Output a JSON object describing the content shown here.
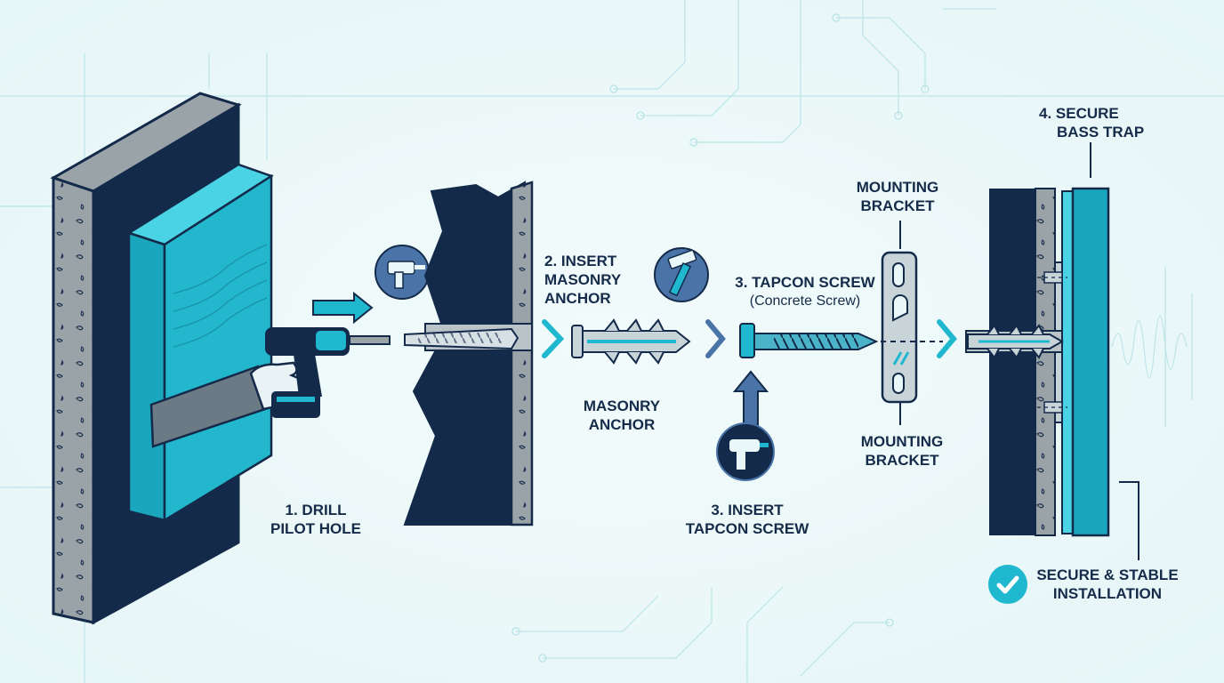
{
  "steps": {
    "step1": {
      "line1": "1. DRILL",
      "line2": "PILOT HOLE"
    },
    "step2": {
      "line1": "2. INSERT",
      "line2": "MASONRY",
      "line3": "ANCHOR"
    },
    "anchor_label": {
      "line1": "MASONRY",
      "line2": "ANCHOR"
    },
    "step3_title": {
      "line1": "3. TAPCON SCREW",
      "line2": "(Concrete Screw)"
    },
    "step3_insert": {
      "line1": "3. INSERT",
      "line2": "TAPCON SCREW"
    },
    "bracket_top": {
      "line1": "MOUNTING",
      "line2": "BRACKET"
    },
    "bracket_bottom": {
      "line1": "MOUNTING",
      "line2": "BRACKET"
    },
    "step4": {
      "line1": "4. SECURE",
      "line2": "BASS TRAP"
    },
    "result": {
      "line1": "SECURE & STABLE",
      "line2": "INSTALLATION"
    }
  },
  "icons": [
    "power-drill-icon",
    "hammer-icon",
    "impact-driver-icon",
    "checkmark-icon"
  ],
  "colors": {
    "navy": "#142a4a",
    "teal": "#1fb8cf",
    "concrete": "#9aa3a8",
    "background": "#eaf7f8",
    "circuit": "#9fd9de"
  }
}
